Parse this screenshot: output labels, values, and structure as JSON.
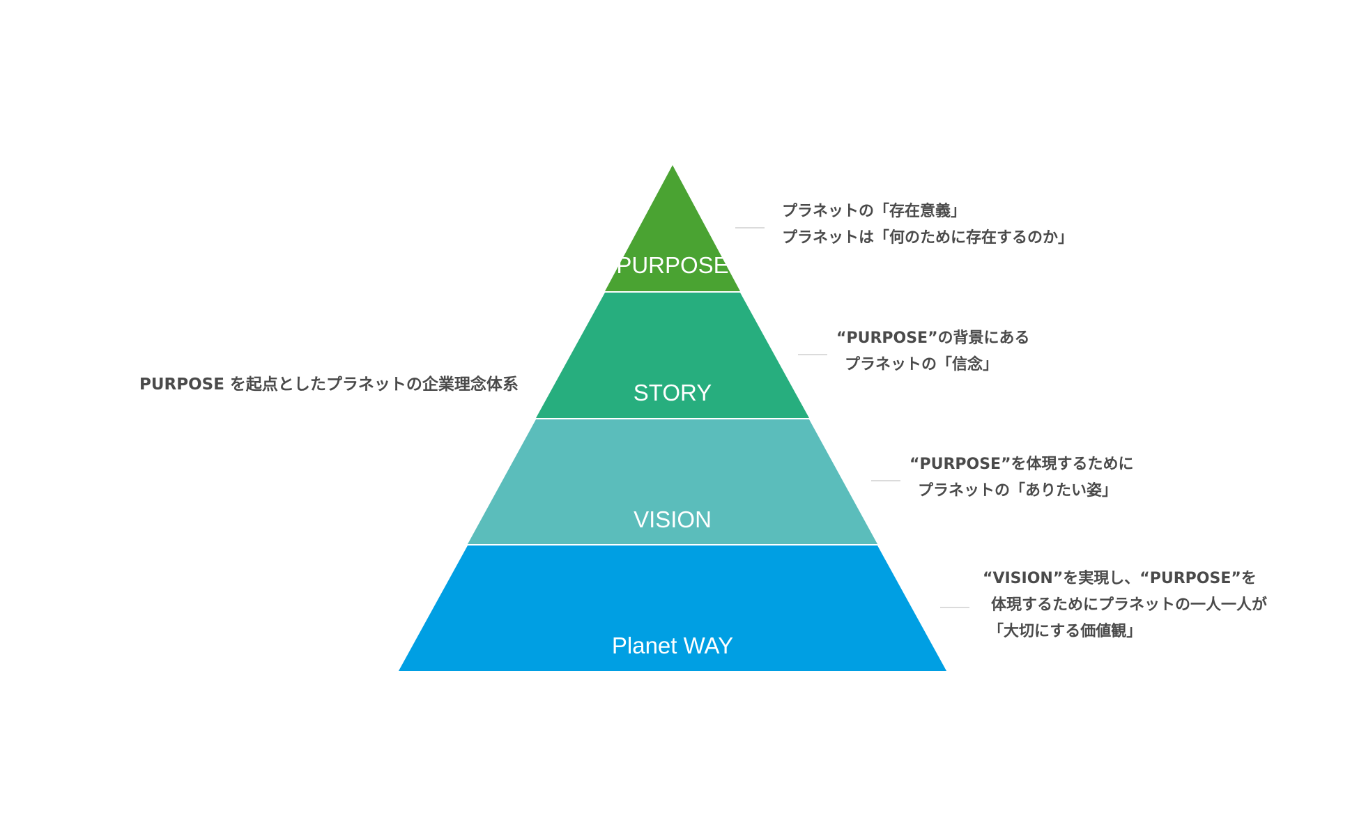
{
  "caption": "PURPOSE を起点としたプラネットの企業理念体系",
  "layers": [
    {
      "label": "PURPOSE",
      "color": "#4aa332",
      "description": [
        "プラネットの「存在意義」",
        "プラネットは「何のために存在するのか」"
      ]
    },
    {
      "label": "STORY",
      "color": "#27ae7e",
      "description": [
        "“PURPOSE”の背景にある",
        "プラネットの「信念」"
      ]
    },
    {
      "label": "VISION",
      "color": "#5bbdbb",
      "description": [
        "“PURPOSE”を体現するために",
        "プラネットの「ありたい姿」"
      ]
    },
    {
      "label": "Planet WAY",
      "color": "#009fe3",
      "description": [
        "“VISION”を実現し、“PURPOSE”を",
        "体現するためにプラネットの一人一人が",
        "「大切にする価値観」"
      ]
    }
  ]
}
